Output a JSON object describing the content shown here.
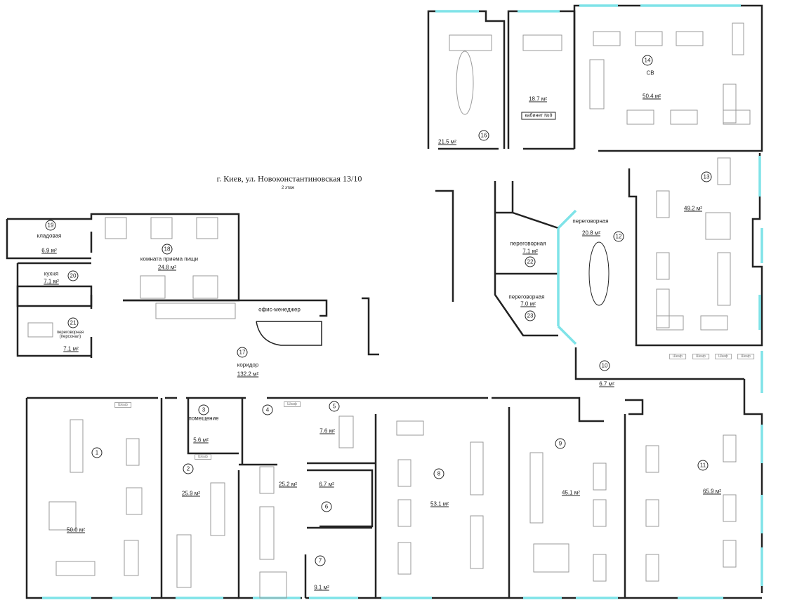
{
  "header": {
    "title": "г. Киев, ул. Новоконстантиновская 13/10",
    "floor": "2 этаж"
  },
  "rooms": [
    {
      "number": "1",
      "name": "",
      "area": "50.0 м²"
    },
    {
      "number": "2",
      "name": "",
      "area": "25.9 м²"
    },
    {
      "number": "3",
      "name": "помещение",
      "area": "5.6 м²"
    },
    {
      "number": "4",
      "name": "",
      "area": "25.2 м²"
    },
    {
      "number": "5",
      "name": "",
      "area": "7.6 м²"
    },
    {
      "number": "6",
      "name": "",
      "area": "6.7 м²"
    },
    {
      "number": "7",
      "name": "",
      "area": "9.1 м²"
    },
    {
      "number": "8",
      "name": "",
      "area": "53.1 м²"
    },
    {
      "number": "9",
      "name": "",
      "area": "45.1 м²"
    },
    {
      "number": "10",
      "name": "",
      "area": "6.7 м²"
    },
    {
      "number": "11",
      "name": "",
      "area": "65.9 м²"
    },
    {
      "number": "12",
      "name": "переговорная",
      "area": "20.8 м²"
    },
    {
      "number": "13",
      "name": "",
      "area": "49.2 м²"
    },
    {
      "number": "14",
      "name": "СВ",
      "area": "50.4 м²"
    },
    {
      "number": "16",
      "name": "",
      "area": "21.5 м²"
    },
    {
      "number": "17",
      "name": "коридор",
      "area": "132.2 м²"
    },
    {
      "number": "18",
      "name": "комната приема пищи",
      "area": "24.8 м²"
    },
    {
      "number": "19",
      "name": "кладовая",
      "area": "6.9 м²"
    },
    {
      "number": "20",
      "name": "кухня",
      "area": "7.1 м²"
    },
    {
      "number": "21",
      "name": "переговорная (персонал)",
      "area": "7.1 м²"
    },
    {
      "number": "22",
      "name": "переговорная",
      "area": "7.1 м²"
    },
    {
      "number": "23",
      "name": "переговорная",
      "area": "7.0 м²"
    }
  ],
  "cabinet9": {
    "label": "кабинет №9",
    "area": "18.7 м²"
  },
  "office_manager": "офис-менеджер",
  "cabinet_label": "Шкаф",
  "colors": {
    "wall": "#222222",
    "window": "#7fe3e8",
    "furniture": "#999999"
  }
}
